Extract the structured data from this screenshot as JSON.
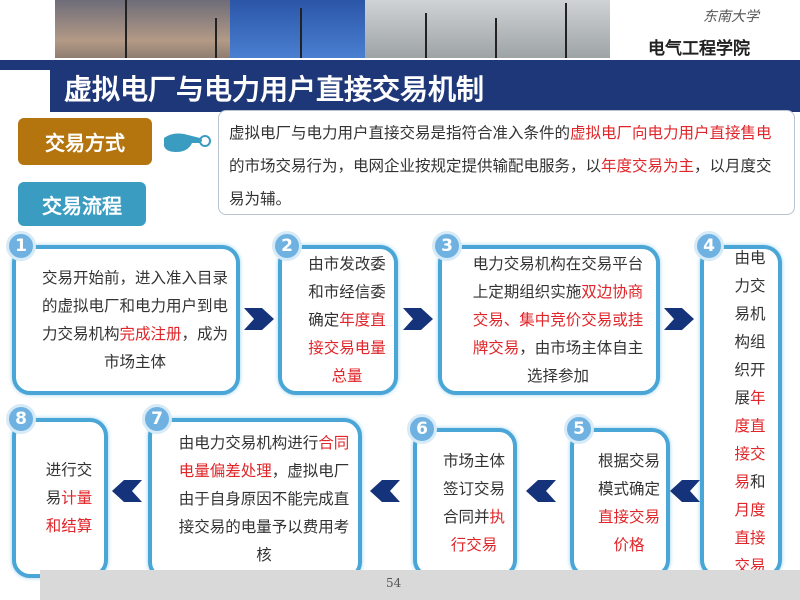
{
  "header": {
    "logo": "东南大学",
    "school": "电气工程学院",
    "title": "虚拟电厂与电力用户直接交易机制"
  },
  "tabs": {
    "mode": "交易方式",
    "flow": "交易流程"
  },
  "description": [
    {
      "t": "虚拟电厂与电力用户直接交易是指符合准入条件的",
      "red": false
    },
    {
      "t": "虚拟电厂向电力用户直接售电",
      "red": true
    },
    {
      "t": "的市场交易行为，电网企业按规定提供输配电服务，以",
      "red": false
    },
    {
      "t": "年度交易为主",
      "red": true
    },
    {
      "t": "，以月度交易为辅。",
      "red": false
    }
  ],
  "steps": [
    {
      "num": "1",
      "segs": [
        {
          "t": "交易开始前，进入准入目录的虚拟电厂和电力用户到电力交易机构",
          "red": false
        },
        {
          "t": "完成注册",
          "red": true
        },
        {
          "t": "，成为市场主体",
          "red": false
        }
      ]
    },
    {
      "num": "2",
      "segs": [
        {
          "t": "由市发改委和市经信委确定",
          "red": false
        },
        {
          "t": "年度直接交易电量总量",
          "red": true
        }
      ]
    },
    {
      "num": "3",
      "segs": [
        {
          "t": "电力交易机构在交易平台上定期组织实施",
          "red": false
        },
        {
          "t": "双边协商交易、集中竞价交易或挂牌交易",
          "red": true
        },
        {
          "t": "，由市场主体自主选择参加",
          "red": false
        }
      ]
    },
    {
      "num": "4",
      "segs": [
        {
          "t": "由电力交易机构组织开展",
          "red": false
        },
        {
          "t": "年度直接交易",
          "red": true
        },
        {
          "t": "和",
          "red": false
        },
        {
          "t": "月度直接交易",
          "red": true
        }
      ]
    },
    {
      "num": "5",
      "segs": [
        {
          "t": "根据交易模式确定",
          "red": false
        },
        {
          "t": "直接交易价格",
          "red": true
        }
      ]
    },
    {
      "num": "6",
      "segs": [
        {
          "t": "市场主体签订交易合同并",
          "red": false
        },
        {
          "t": "执行交易",
          "red": true
        }
      ]
    },
    {
      "num": "7",
      "segs": [
        {
          "t": "由电力交易机构进行",
          "red": false
        },
        {
          "t": "合同电量偏差处理",
          "red": true
        },
        {
          "t": "，虚拟电厂由于自身原因不能完成直接交易的电量予以费用考核",
          "red": false
        }
      ]
    },
    {
      "num": "8",
      "segs": [
        {
          "t": "进行交易",
          "red": false
        },
        {
          "t": "计量和结算",
          "red": true
        }
      ]
    }
  ],
  "page_number": "54",
  "colors": {
    "banner": "#1d3778",
    "tab_mode": "#b4750f",
    "tab_flow": "#3b9cc1",
    "highlight": "#e0262a",
    "box_border": "#4aa6d6"
  }
}
